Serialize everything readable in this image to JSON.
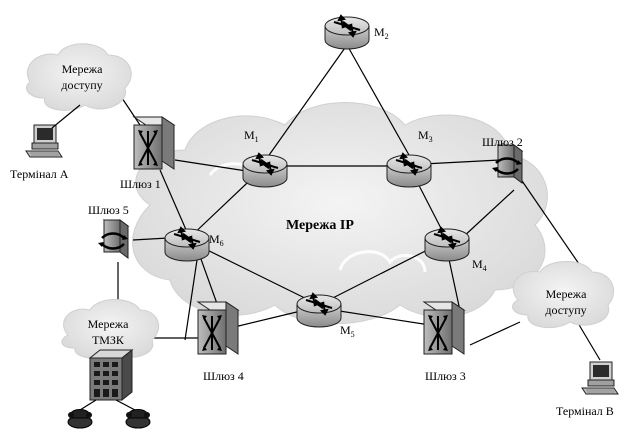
{
  "network": {
    "center_label": "Мережа IP"
  },
  "routers": [
    {
      "id": "M1",
      "base": "M",
      "sub": "1"
    },
    {
      "id": "M2",
      "base": "M",
      "sub": "2"
    },
    {
      "id": "M3",
      "base": "M",
      "sub": "3"
    },
    {
      "id": "M4",
      "base": "M",
      "sub": "4"
    },
    {
      "id": "M5",
      "base": "M",
      "sub": "5"
    },
    {
      "id": "M6",
      "base": "M",
      "sub": "6"
    }
  ],
  "gateways": [
    {
      "id": "gw1",
      "label": "Шлюз 1"
    },
    {
      "id": "gw2",
      "label": "Шлюз 2"
    },
    {
      "id": "gw3",
      "label": "Шлюз 3"
    },
    {
      "id": "gw4",
      "label": "Шлюз 4"
    },
    {
      "id": "gw5",
      "label": "Шлюз 5"
    }
  ],
  "access_networks": [
    {
      "id": "an1",
      "line1": "Мережа",
      "line2": "доступу"
    },
    {
      "id": "an2",
      "line1": "Мережа",
      "line2": "доступу"
    }
  ],
  "pstn": {
    "line1": "Мережа",
    "line2": "ТМЗК"
  },
  "terminals": [
    {
      "id": "ta",
      "label": "Термінал А"
    },
    {
      "id": "tb",
      "label": "Термінал В"
    }
  ]
}
